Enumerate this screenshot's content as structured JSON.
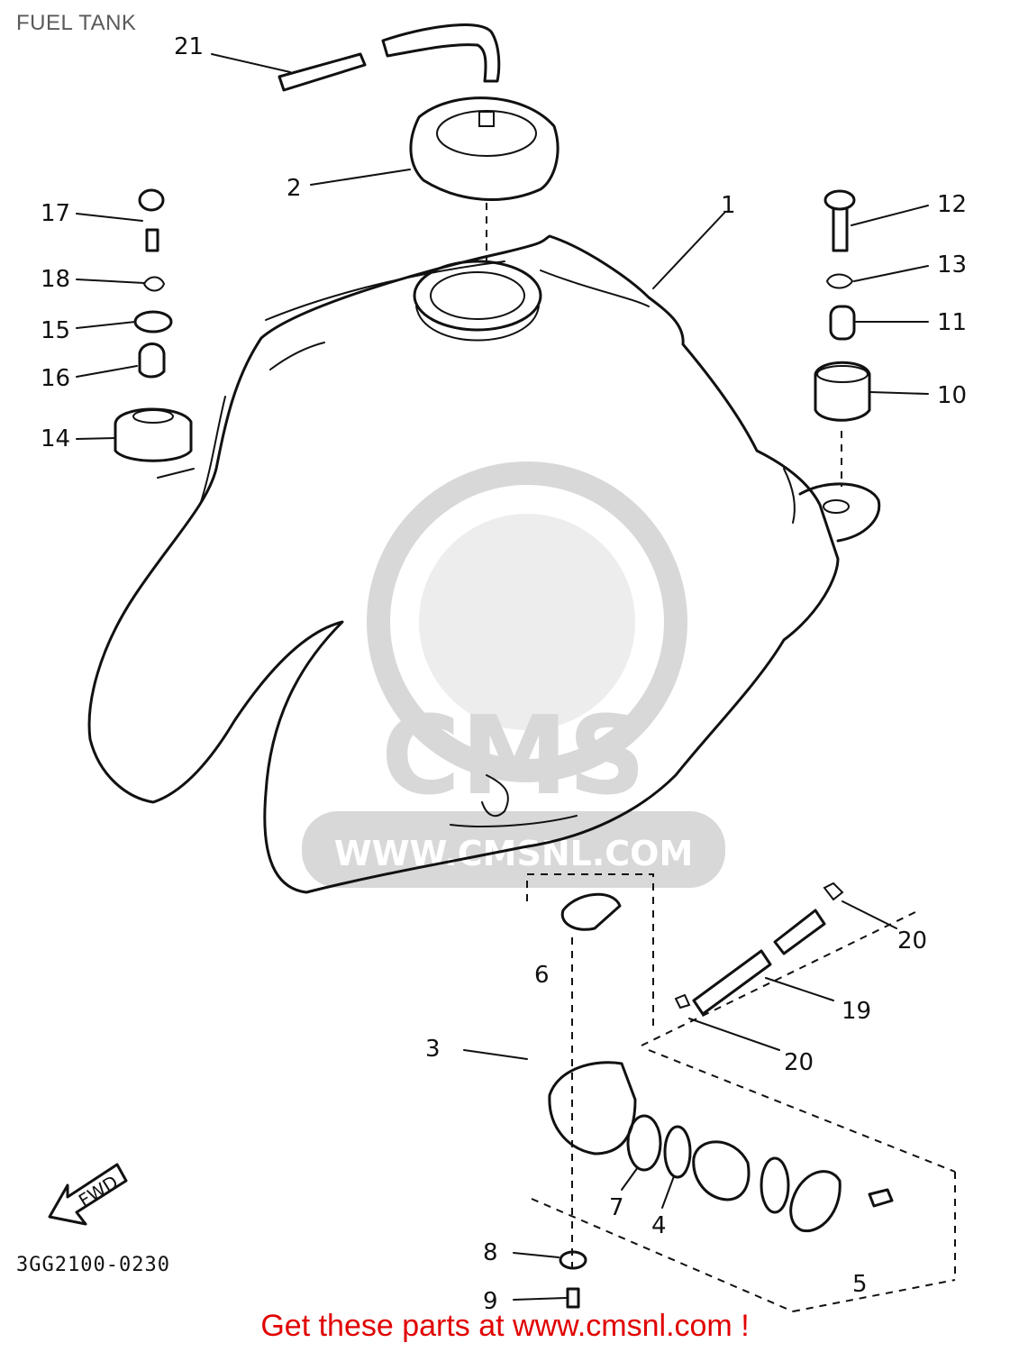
{
  "page": {
    "title": "FUEL TANK"
  },
  "diagram": {
    "part_numbers": [
      "21",
      "2",
      "1",
      "17",
      "18",
      "15",
      "16",
      "14",
      "12",
      "13",
      "11",
      "10",
      "6",
      "3",
      "7",
      "4",
      "8",
      "9",
      "5",
      "20",
      "19",
      "20"
    ],
    "drawing_code": "3GG2100-0230",
    "fwd_label": "FWD",
    "watermark": {
      "brand": "CMS",
      "url": "WWW.CMSNL.COM"
    }
  },
  "footer": {
    "link_text": "Get these parts at www.cmsnl.com !"
  },
  "colors": {
    "footer": "#e10000",
    "title": "#5a5a5a",
    "watermark": "#d4d4d4"
  }
}
